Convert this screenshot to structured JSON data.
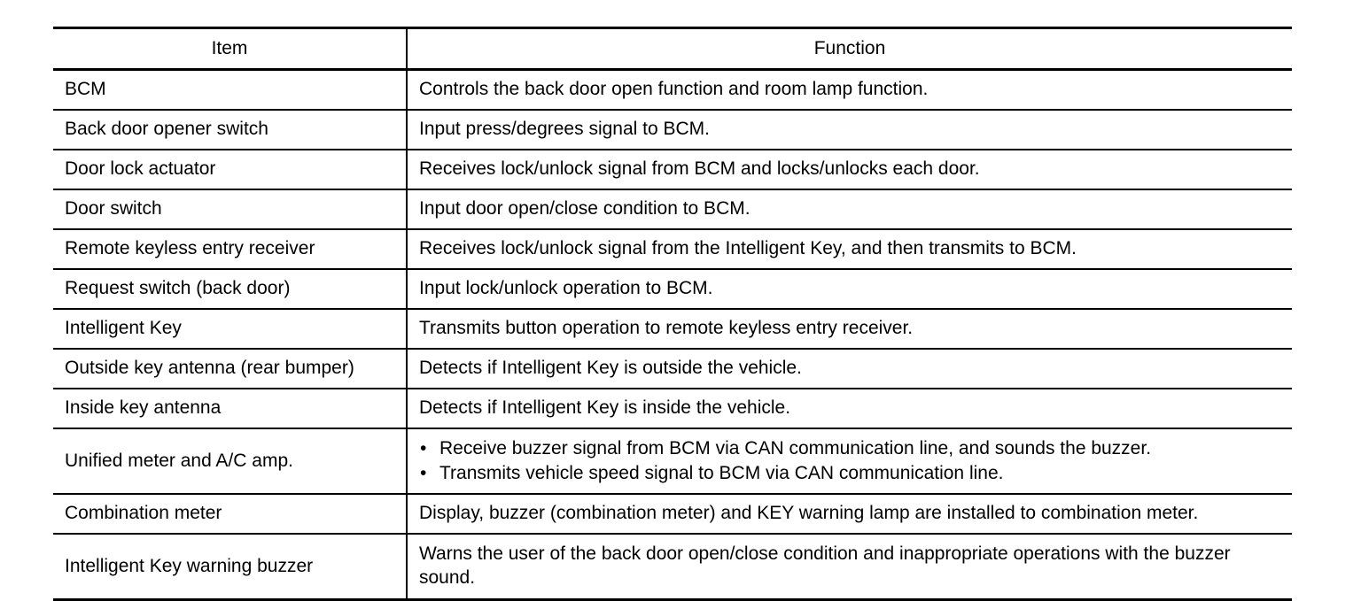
{
  "table": {
    "headers": {
      "item": "Item",
      "function": "Function"
    },
    "rows": [
      {
        "item": "BCM",
        "function": "Controls the back door open function and room lamp function."
      },
      {
        "item": "Back door opener switch",
        "function": "Input press/degrees signal to BCM."
      },
      {
        "item": "Door lock actuator",
        "function": "Receives lock/unlock signal from BCM and locks/unlocks each door."
      },
      {
        "item": "Door switch",
        "function": "Input door open/close condition to BCM."
      },
      {
        "item": "Remote keyless entry receiver",
        "function": "Receives lock/unlock signal from the Intelligent Key, and then transmits to BCM."
      },
      {
        "item": "Request switch (back door)",
        "function": "Input lock/unlock operation to BCM."
      },
      {
        "item": "Intelligent Key",
        "function": "Transmits button operation to remote keyless entry receiver."
      },
      {
        "item": "Outside key antenna (rear bumper)",
        "function": "Detects if Intelligent Key is outside the vehicle."
      },
      {
        "item": "Inside key antenna",
        "function": "Detects if Intelligent Key is inside the vehicle."
      },
      {
        "item": "Unified meter and A/C amp.",
        "function_bullets": [
          "Receive buzzer signal from BCM via CAN communication line, and sounds the buzzer.",
          "Transmits vehicle speed signal to BCM via CAN communication line."
        ]
      },
      {
        "item": "Combination meter",
        "function": "Display, buzzer (combination meter) and KEY warning lamp are installed to combination meter."
      },
      {
        "item": "Intelligent Key warning buzzer",
        "function": "Warns the user of the back door open/close condition and inappropriate operations with the buzzer sound."
      }
    ],
    "bullet_glyph": "•"
  },
  "colors": {
    "background": "#ffffff",
    "text": "#000000",
    "rule": "#000000"
  }
}
